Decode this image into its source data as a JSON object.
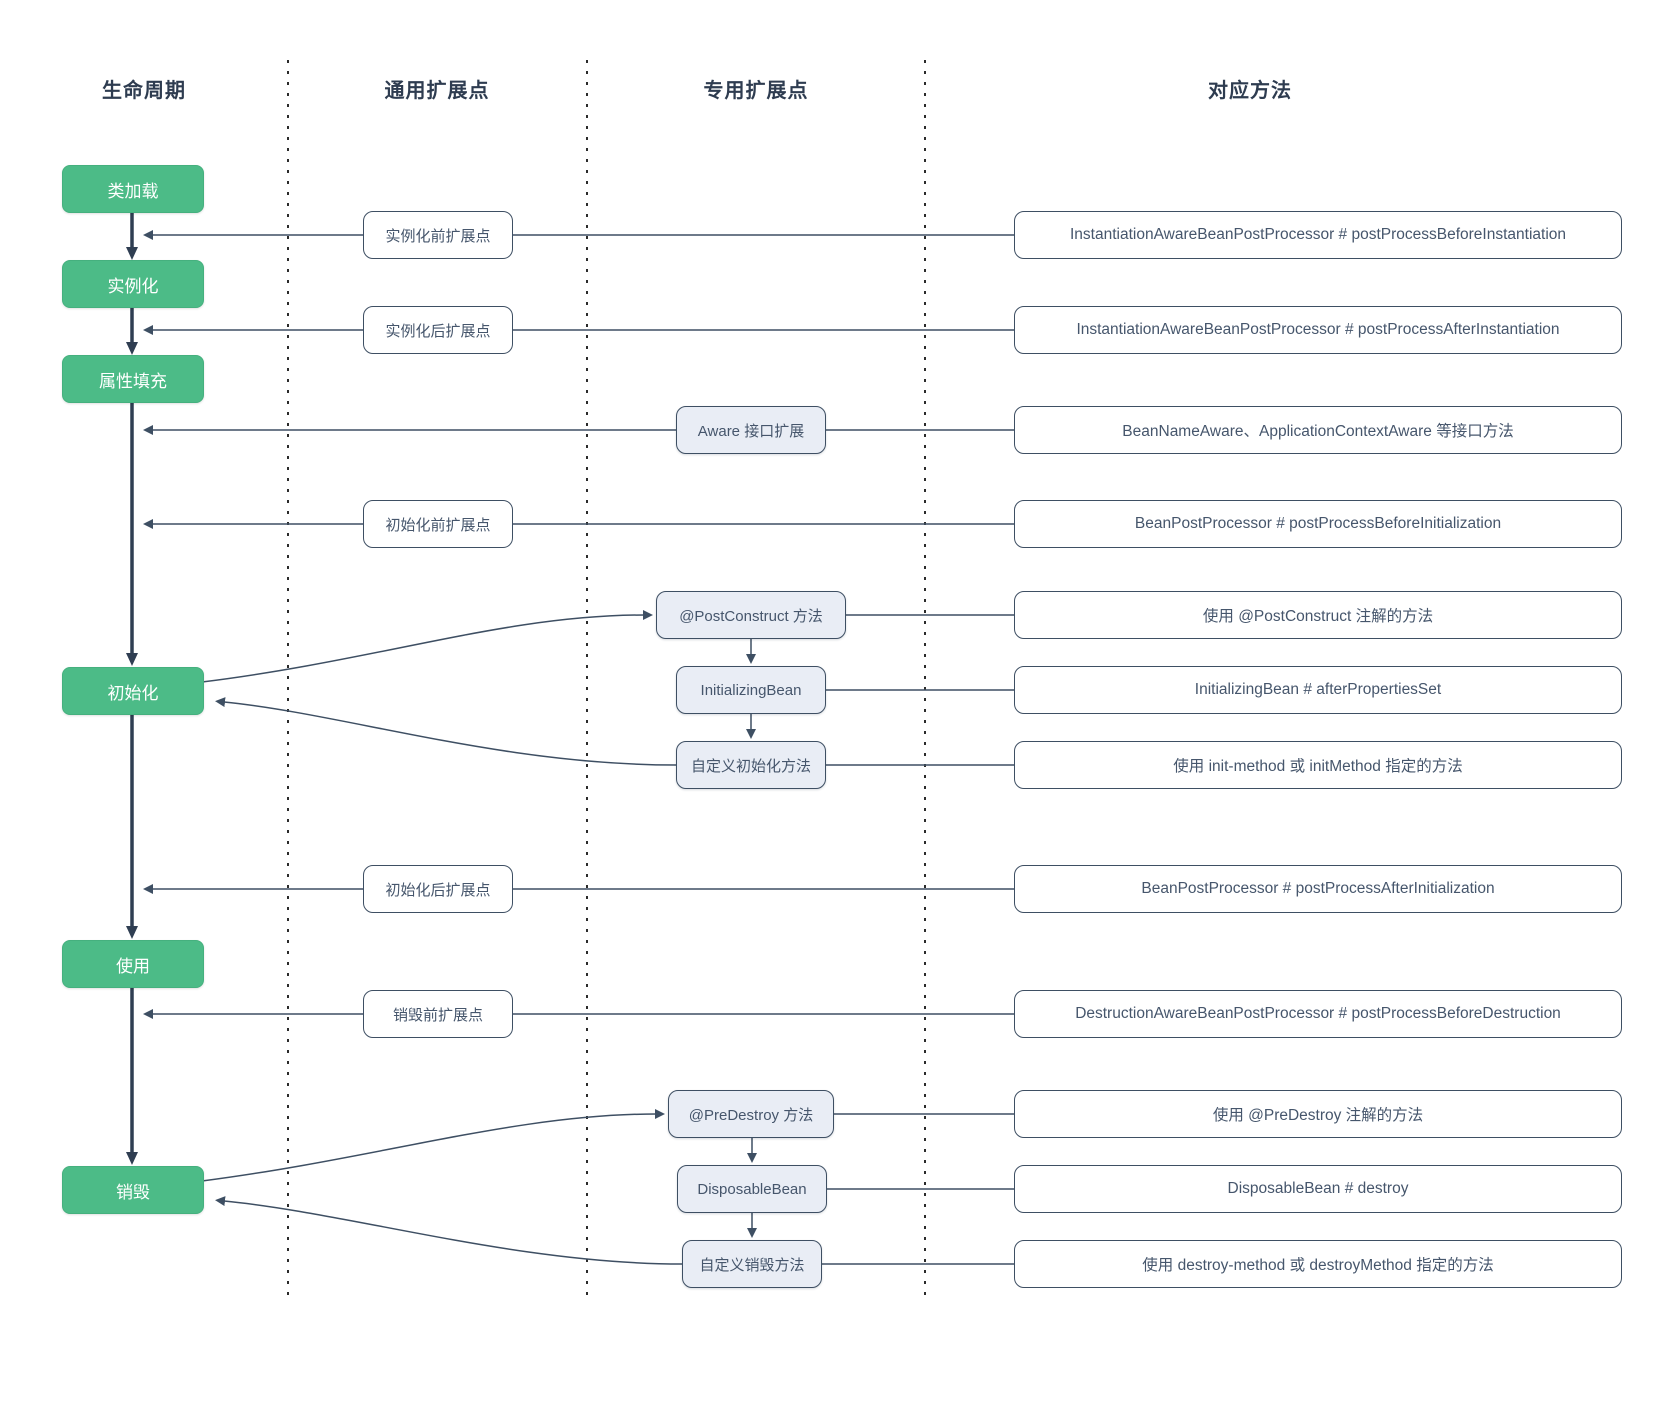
{
  "headers": {
    "col1": "生命周期",
    "col2": "通用扩展点",
    "col3": "专用扩展点",
    "col4": "对应方法"
  },
  "lifecycle": {
    "class_loading": "类加载",
    "instantiation": "实例化",
    "property_population": "属性填充",
    "initialization": "初始化",
    "usage": "使用",
    "destruction": "销毁"
  },
  "general_points": {
    "before_instantiation": "实例化前扩展点",
    "after_instantiation": "实例化后扩展点",
    "before_initialization": "初始化前扩展点",
    "after_initialization": "初始化后扩展点",
    "before_destruction": "销毁前扩展点"
  },
  "dedicated_points": {
    "aware": "Aware 接口扩展",
    "post_construct": "@PostConstruct 方法",
    "initializing_bean": "InitializingBean",
    "custom_init": "自定义初始化方法",
    "pre_destroy": "@PreDestroy 方法",
    "disposable_bean": "DisposableBean",
    "custom_destroy": "自定义销毁方法"
  },
  "methods": {
    "before_instantiation": "InstantiationAwareBeanPostProcessor # postProcessBeforeInstantiation",
    "after_instantiation": "InstantiationAwareBeanPostProcessor # postProcessAfterInstantiation",
    "aware": "BeanNameAware、ApplicationContextAware 等接口方法",
    "before_initialization": "BeanPostProcessor # postProcessBeforeInitialization",
    "post_construct": "使用 @PostConstruct 注解的方法",
    "initializing_bean": "InitializingBean # afterPropertiesSet",
    "custom_init": "使用 init-method 或 initMethod 指定的方法",
    "after_initialization": "BeanPostProcessor # postProcessAfterInitialization",
    "before_destruction": "DestructionAwareBeanPostProcessor # postProcessBeforeDestruction",
    "pre_destroy": "使用 @PreDestroy 注解的方法",
    "disposable_bean": "DisposableBean # destroy",
    "custom_destroy": "使用 destroy-method 或 destroyMethod 指定的方法"
  },
  "edges": [
    "类加载 → 实例化 → 属性填充 → 初始化 → 使用 → 销毁",
    "初始化 → @PostConstruct 方法 → InitializingBean → 自定义初始化方法 → 初始化",
    "销毁 → @PreDestroy 方法 → DisposableBean → 自定义销毁方法 → 销毁"
  ],
  "colors": {
    "stage_fill": "#4CBB87",
    "line": "#3E4F63",
    "flow_line": "#2F3E52",
    "dedicated_fill": "#E9EDF5",
    "box_text": "#46566C",
    "header_text": "#2E3C50",
    "background": "#FFFFFF"
  }
}
